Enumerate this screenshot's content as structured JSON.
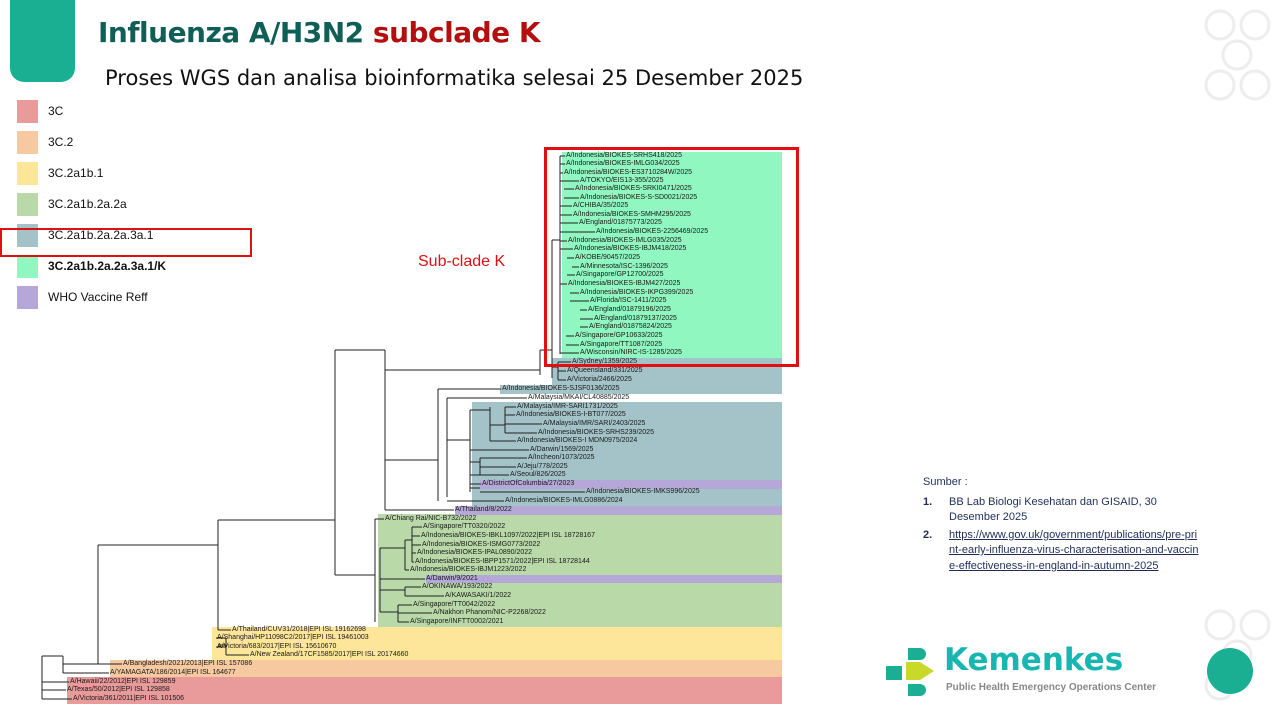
{
  "header": {
    "title_main": "Influenza A/H3N2",
    "title_accent": "subclade K",
    "subtitle": "Proses WGS dan analisa bioinformatika selesai 25 Desember 2025"
  },
  "legend": [
    {
      "label": "3C",
      "color": "#e99a9a"
    },
    {
      "label": "3C.2",
      "color": "#f7c9a0"
    },
    {
      "label": "3C.2a1b.1",
      "color": "#fde59a"
    },
    {
      "label": "3C.2a1b.2a.2a",
      "color": "#b9d9a9"
    },
    {
      "label": "3C.2a1b.2a.2a.3a.1",
      "color": "#a3c3c8"
    },
    {
      "label": "3C.2a1b.2a.2a.3a.1/K",
      "color": "#8ff7bf",
      "highlighted": true
    },
    {
      "label": "WHO Vaccine Reff",
      "color": "#b5a7d8"
    }
  ],
  "tree": {
    "annotation": "Sub-clade K",
    "leaves": [
      "A/Indonesia/BIOKES-SRHS418/2025",
      "A/Indonesia/BIOKES-IMLG034/2025",
      "A/Indonesia/BIOKES-ES3710284W/2025",
      "A/TOKYO/EIS13-355/2025",
      "A/Indonesia/BIOKES-SRKI0471/2025",
      "A/Indonesia/BIOKES-S-SD0021/2025",
      "A/CHIBA/35/2025",
      "A/Indonesia/BIOKES-SMHM295/2025",
      "A/England/01875773/2025",
      "A/Indonesia/BIOKES-2256469/2025",
      "A/Indonesia/BIOKES-IMLG035/2025",
      "A/Indonesia/BIOKES-IBJM418/2025",
      "A/KOBE/90457/2025",
      "A/Minnesota/ISC-1396/2025",
      "A/Singapore/GP12700/2025",
      "A/Indonesia/BIOKES-IBJM427/2025",
      "A/Indonesia/BIOKES-IKPG399/2025",
      "A/Florida/ISC-1411/2025",
      "A/England/01879196/2025",
      "A/England/01879137/2025",
      "A/England/01875824/2025",
      "A/Singapore/GP10633/2025",
      "A/Singapore/TT1087/2025",
      "A/Wisconsin/NIRC-IS-1285/2025",
      "A/Sydney/1359/2025",
      "A/Queensland/331/2025",
      "A/Victoria/2466/2025",
      "A/Indonesia/BIOKES-SJSF0136/2025",
      "A/Malaysia/MKAI/CL40885/2025",
      "A/Malaysia/IMR-SARI1731/2025",
      "A/Indonesia/BIOKES-I-BT077/2025",
      "A/Malaysia/IMR/SARI/2403/2025",
      "A/Indonesia/BIOKES-SRHS239/2025",
      "A/Indonesia/BIOKES-I MDN0975/2024",
      "A/Darwin/1569/2025",
      "A/Incheon/1073/2025",
      "A/Jeju/778/2025",
      "A/Seoul/826/2025",
      "A/DistrictOfColumbia/27/2023",
      "A/Indonesia/BIOKES-IMKS996/2025",
      "A/Indonesia/BIOKES-IMLG0886/2024",
      "A/Thailand/8/2022",
      "A/Chiang Rai/NIC-B732/2022",
      "A/Singapore/TT0320/2022",
      "A/Indonesia/BIOKES-IBKL1097/2022|EPI ISL 18728167",
      "A/Indonesia/BIOKES-ISMG0773/2022",
      "A/Indonesia/BIOKES-IPAL0890/2022",
      "A/Indonesia/BIOKES-IBPP1571/2022|EPI ISL 18728144",
      "A/Indonesia/BIOKES-IBJM1223/2022",
      "A/Darwin/9/2021",
      "A/OKINAWA/193/2022",
      "A/KAWASAKI/1/2022",
      "A/Singapore/TT0042/2022",
      "A/Nakhon Phanom/NIC-P2268/2022",
      "A/Singapore/INFTT0002/2021",
      "A/Thailand/CUV31/2018|EPI ISL 19162698",
      "A/Shanghai/HP11098C2/2017|EPI ISL 19461003",
      "A/Victoria/683/2017|EPI ISL 15610670",
      "A/New Zealand/17CF1585/2017|EPI ISL 20174660",
      "A/Bangladesh/2021/2013|EPI ISL 157086",
      "A/YAMAGATA/186/2014|EPI ISL 164677",
      "A/Hawaii/22/2012|EPI ISL 129859",
      "A/Texas/50/2012|EPI ISL 129858",
      "A/Victoria/361/2011|EPI ISL 101506"
    ]
  },
  "sources": {
    "heading": "Sumber :",
    "items": [
      {
        "num": "1.",
        "text": "BB Lab Biologi Kesehatan dan GISAID, 30 Desember 2025"
      },
      {
        "num": "2.",
        "text": "https://www.gov.uk/government/publications/pre-print-early-influenza-virus-characterisation-and-vaccine-effectiveness-in-england-in-autumn-2025"
      }
    ]
  },
  "logo": {
    "name": "Kemenkes",
    "tagline": "Public Health Emergency Operations Center"
  },
  "colors": {
    "teal": "#1aaf92",
    "title": "#0f5f57",
    "accent": "#b30f0f",
    "highlight": "#e01010"
  }
}
